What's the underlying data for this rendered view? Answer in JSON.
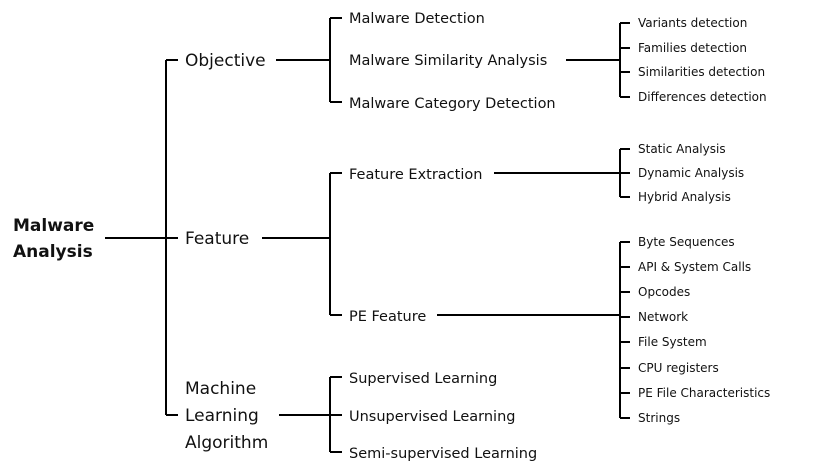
{
  "diagram": {
    "root": {
      "line1": "Malware",
      "line2": "Analysis"
    },
    "objective": {
      "label": "Objective",
      "items": [
        "Malware Detection",
        "Malware Similarity Analysis",
        "Malware Category Detection"
      ],
      "similarity_sub": [
        "Variants detection",
        "Families detection",
        "Similarities detection",
        "Differences  detection"
      ]
    },
    "feature": {
      "label": "Feature",
      "items": [
        "Feature Extraction",
        "PE Feature"
      ],
      "extraction_sub": [
        "Static Analysis",
        "Dynamic Analysis",
        "Hybrid Analysis"
      ],
      "pe_sub": [
        "Byte Sequences",
        "API & System Calls",
        "Opcodes",
        "Network",
        "File System",
        "CPU registers",
        "PE File Characteristics",
        "Strings"
      ]
    },
    "ml": {
      "label_lines": [
        "Machine",
        "Learning",
        "Algorithm"
      ],
      "items": [
        "Supervised Learning",
        "Unsupervised Learning",
        "Semi-supervised Learning"
      ]
    }
  }
}
